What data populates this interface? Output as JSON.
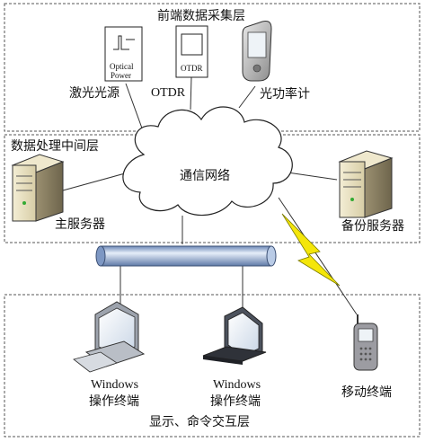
{
  "layers": {
    "front_end": "前端数据采集层",
    "processing": "数据处理中间层",
    "interaction": "显示、命令交互层"
  },
  "devices": {
    "laser_source": "激光光源",
    "optical_power_box": [
      "Optical",
      "Power"
    ],
    "otdr": "OTDR",
    "otdr_box": "OTDR",
    "power_meter": "光功率计",
    "network": "通信网络",
    "main_server": "主服务器",
    "backup_server": "备份服务器",
    "windows_terminal_1": [
      "Windows",
      "操作终端"
    ],
    "windows_terminal_2": [
      "Windows",
      "操作终端"
    ],
    "mobile_terminal": "移动终端"
  },
  "icons": [
    "optical-power-meter-icon",
    "otdr-icon",
    "pda-icon",
    "cloud-icon",
    "server-icon",
    "desktop-pc-icon",
    "laptop-icon",
    "mobile-phone-icon",
    "lightning-icon",
    "bus-pipe-icon"
  ],
  "colors": {
    "pipe": "#9bb5d6",
    "lightning": "#f4e60a",
    "dashed_border": "#666666"
  }
}
